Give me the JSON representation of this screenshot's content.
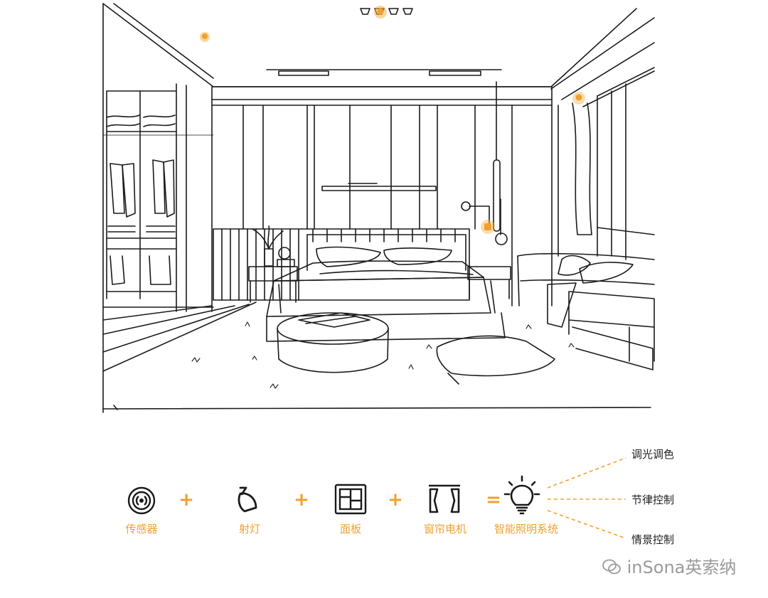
{
  "components": [
    {
      "label": "传感器",
      "icon": "sensor-icon"
    },
    {
      "label": "射灯",
      "icon": "spotlight-icon"
    },
    {
      "label": "面板",
      "icon": "switch-panel-icon"
    },
    {
      "label": "窗帘电机",
      "icon": "curtain-motor-icon"
    }
  ],
  "operators": [
    "+",
    "+",
    "+",
    "="
  ],
  "result": {
    "label": "智能照明系统",
    "icon": "light-bulb-icon"
  },
  "outputs": [
    "调光调色",
    "节律控制",
    "情景控制"
  ],
  "watermark": "inSona英索纳",
  "accent_color": "#f0a030",
  "line_color": "#1a1a1a"
}
